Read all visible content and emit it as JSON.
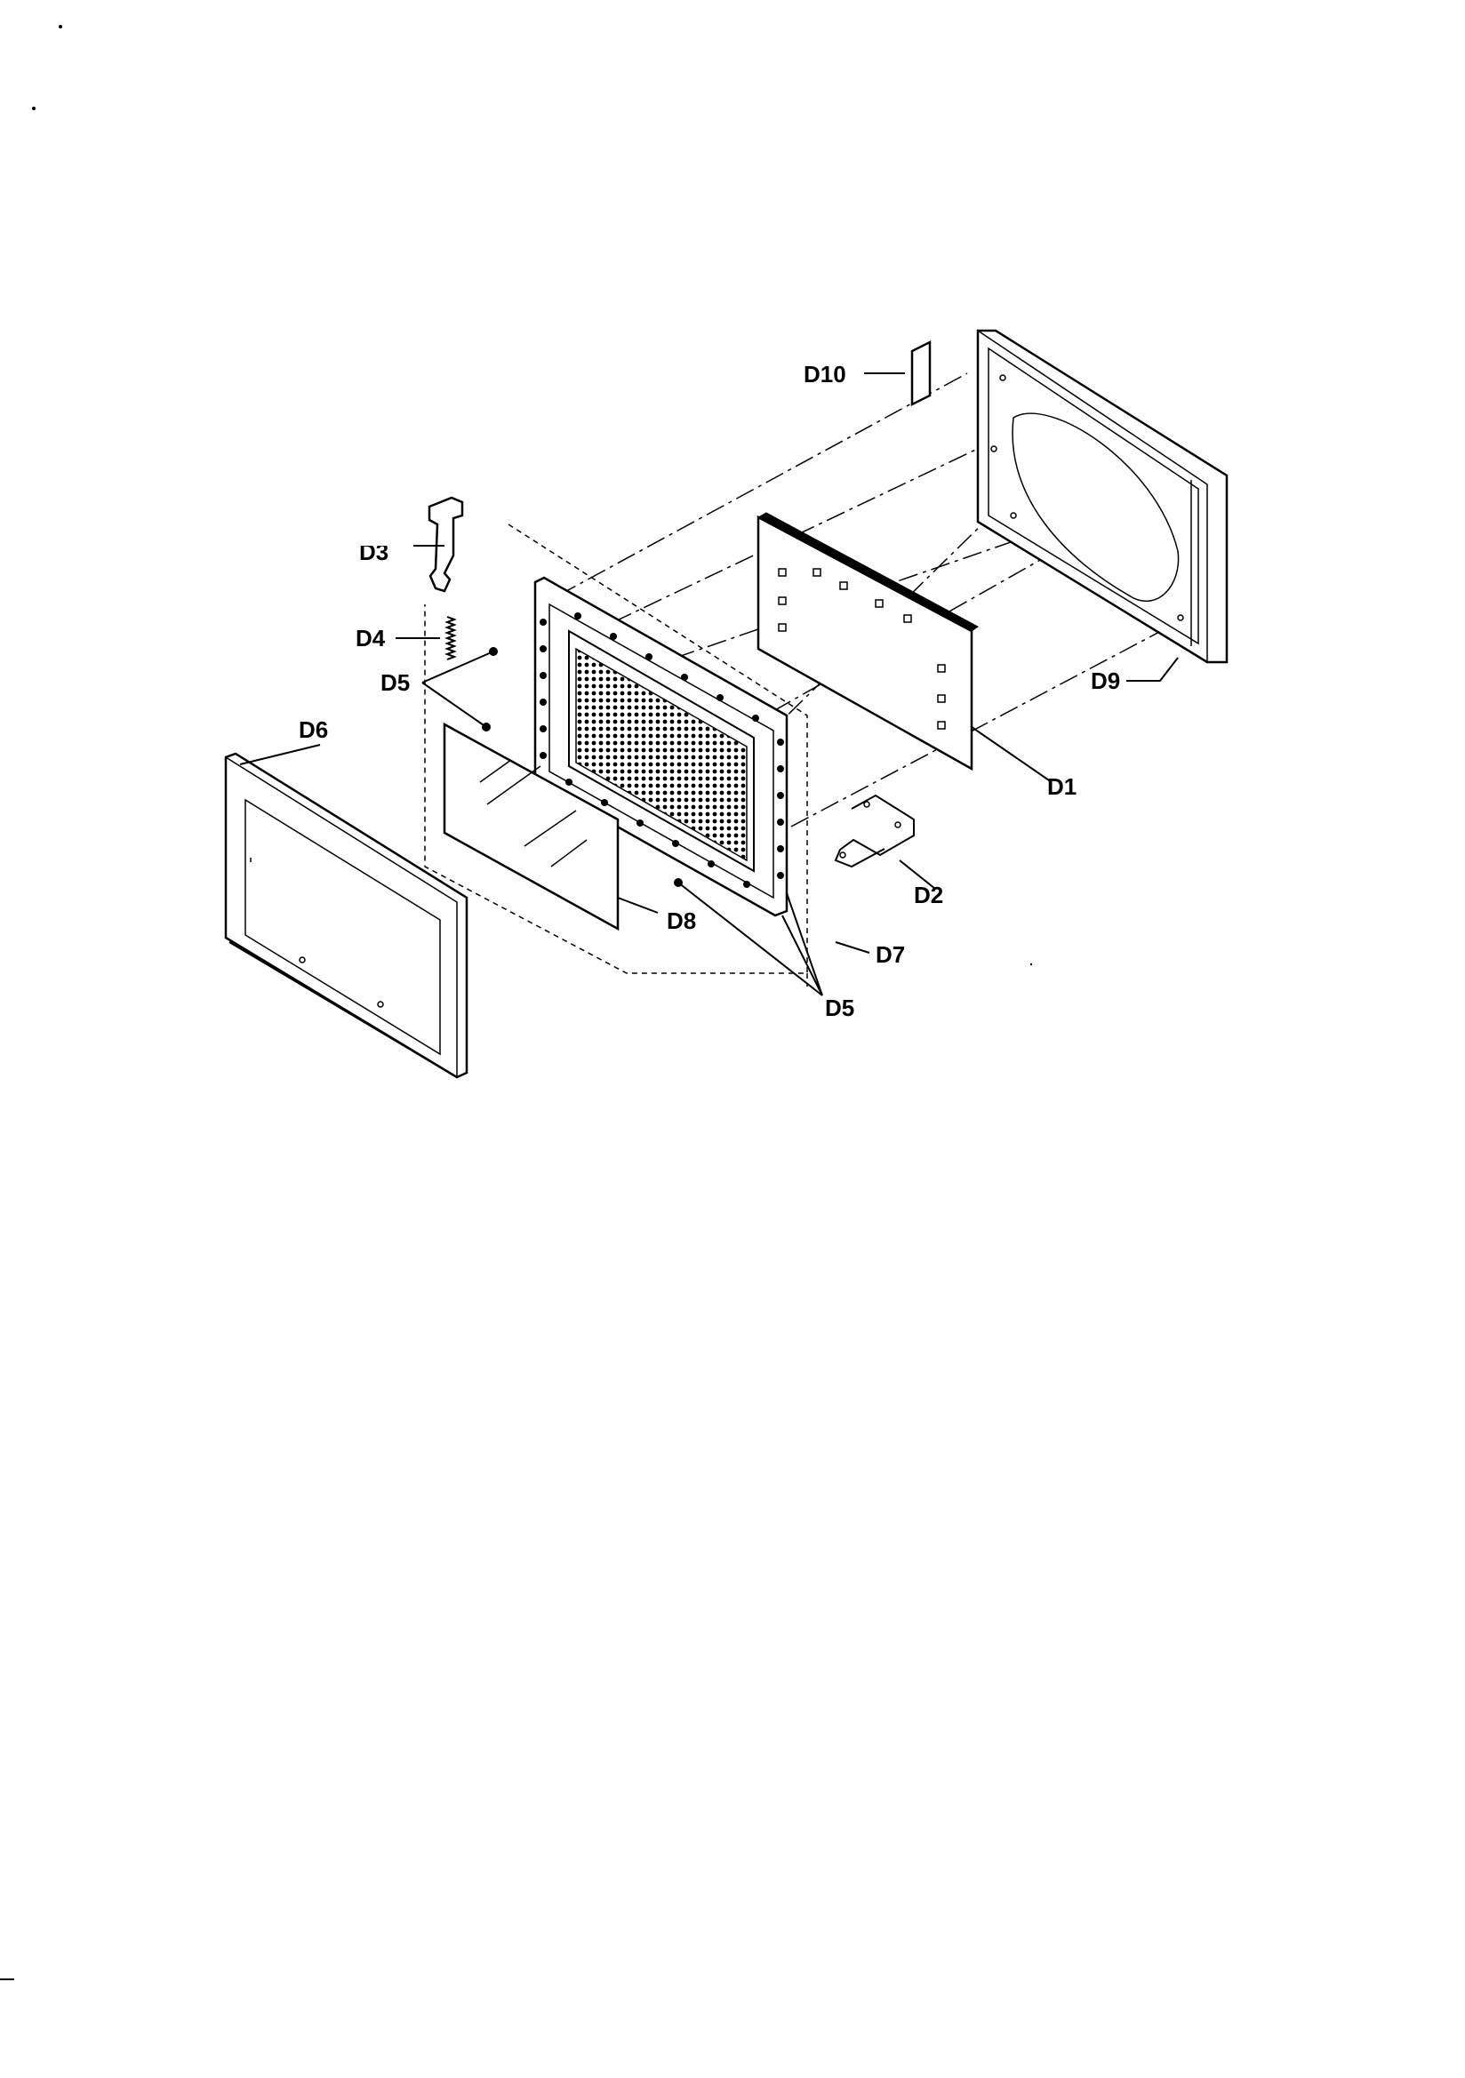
{
  "diagram": {
    "labels": {
      "d1": "D1",
      "d2": "D2",
      "d3": "D3",
      "d4": "D4",
      "d5_left": "D5",
      "d5_bottom": "D5",
      "d6": "D6",
      "d7": "D7",
      "d8": "D8",
      "d9": "D9",
      "d10": "D10"
    }
  }
}
